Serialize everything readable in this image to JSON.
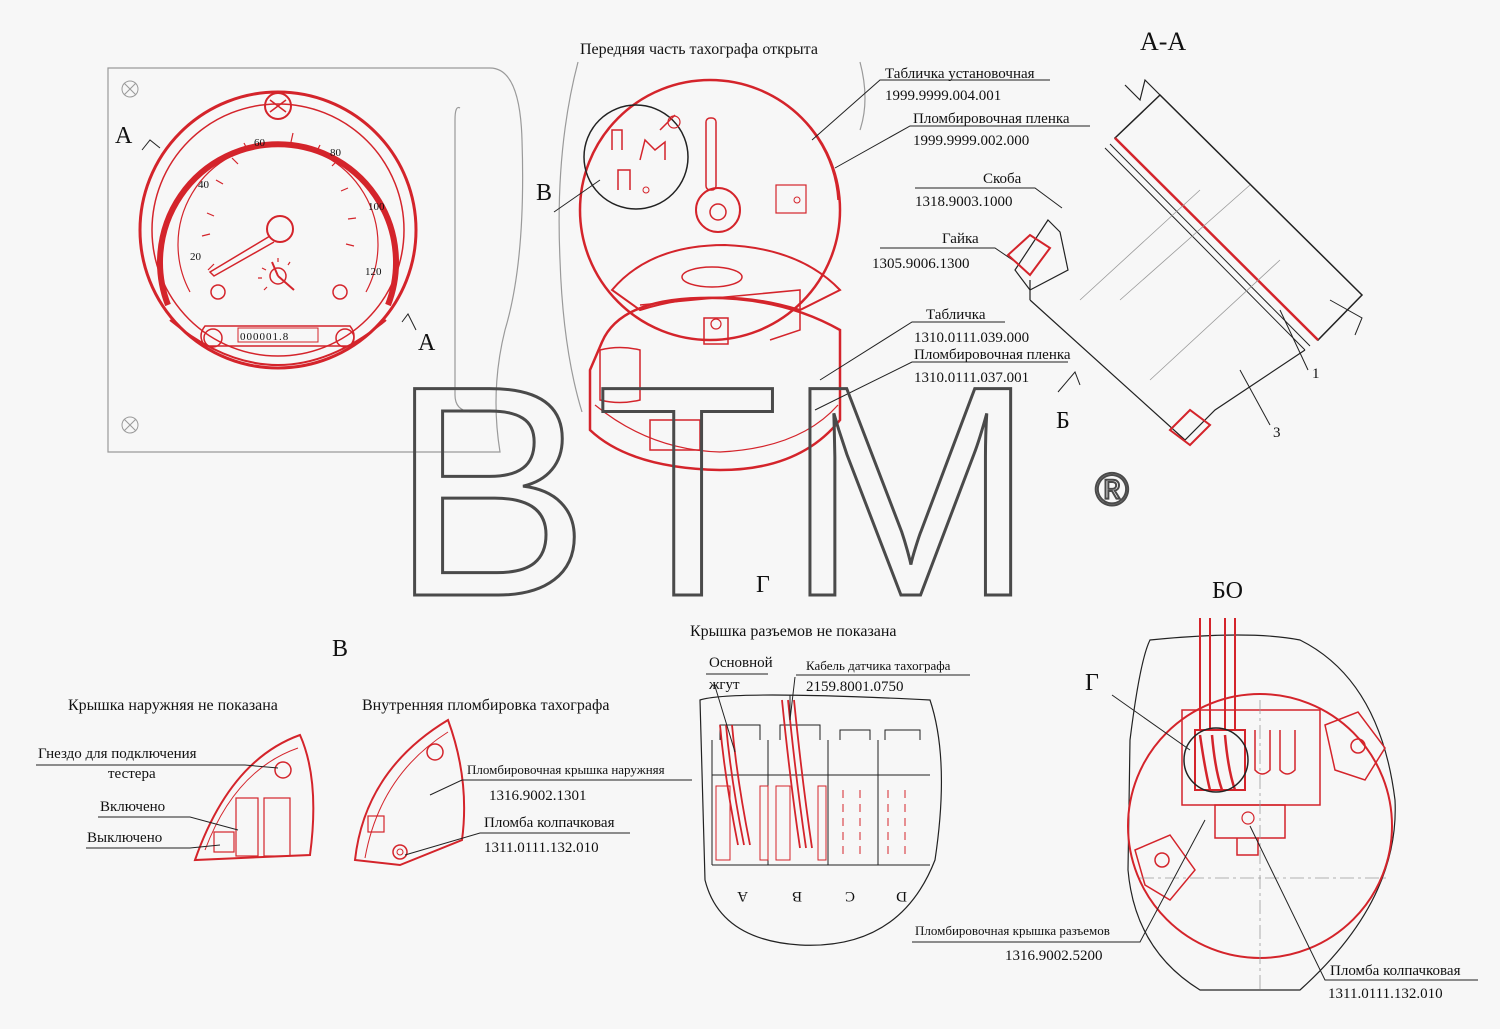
{
  "colors": {
    "drawing_red": "#d4242b",
    "line": "#222222",
    "watermark": "#4a4a4a",
    "background": "#f7f7f7"
  },
  "views": {
    "section_aa": "А-А",
    "view_b": "В",
    "view_g": "Г",
    "view_bo": "БО",
    "view_g2": "Г"
  },
  "markers": {
    "a_top": "А",
    "a_bottom": "А",
    "b_left": "В",
    "b_arrow": "Б",
    "num1": "1",
    "num3": "3"
  },
  "gauge": {
    "ticks": [
      "20",
      "40",
      "60",
      "80",
      "100",
      "120"
    ],
    "odometer": "000001.8"
  },
  "captions": {
    "front_open": "Передняя часть тахографа открыта",
    "connectors_cover": "Крышка разъемов не показана",
    "outer_cover": "Крышка наружняя не показана",
    "inner_seal": "Внутренняя пломбировка тахографа"
  },
  "callouts": {
    "install_plate": {
      "label": "Табличка установочная",
      "code": "1999.9999.004.001"
    },
    "seal_film_1": {
      "label": "Пломбировочная пленка",
      "code": "1999.9999.002.000"
    },
    "bracket": {
      "label": "Скоба",
      "code": "1318.9003.1000"
    },
    "nut": {
      "label": "Гайка",
      "code": "1305.9006.1300"
    },
    "plate": {
      "label": "Табличка",
      "code": "1310.0111.039.000"
    },
    "seal_film_2": {
      "label": "Пломбировочная пленка",
      "code": "1310.0111.037.001"
    },
    "tester_socket": {
      "label1": "Гнездо для подключения",
      "label2": "тестера"
    },
    "on": "Включено",
    "off": "Выключено",
    "outer_seal_cover": {
      "label": "Пломбировочная крышка наружняя",
      "code": "1316.9002.1301"
    },
    "cap_seal_1": {
      "label": "Пломба колпачковая",
      "code": "1311.0111.132.010"
    },
    "main_harness": {
      "label1": "Основной",
      "label2": "жгут"
    },
    "sensor_cable": {
      "label": "Кабель датчика тахографа",
      "code": "2159.8001.0750"
    },
    "connector_seal_cover": {
      "label": "Пломбировочная крышка разъемов",
      "code": "1316.9002.5200"
    },
    "cap_seal_2": {
      "label": "Пломба колпачковая",
      "code": "1311.0111.132.010"
    }
  },
  "connectors": {
    "letters": [
      "A",
      "B",
      "C",
      "D"
    ]
  },
  "watermark": {
    "text": "BTM",
    "mark": "®"
  }
}
